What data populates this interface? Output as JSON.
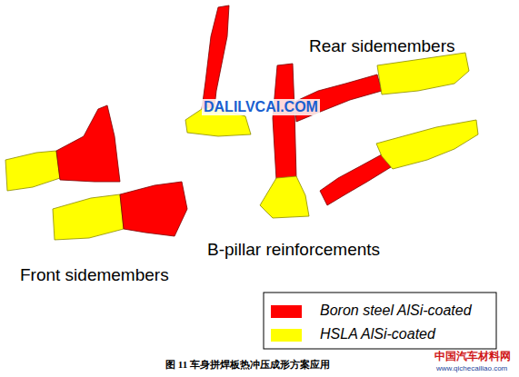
{
  "diagram": {
    "caption": "图 11 车身拼焊板热冲压成形方案应用",
    "labels": [
      "Rear sidemembers",
      "DALILVCAI.COM",
      "B-pillar reinforcements",
      "Front sidemembers",
      "中国汽车材料网",
      "www.qichecailiao.com"
    ],
    "legend": [
      {
        "text": "Boron steel AlSi-coated",
        "color": "#ff0000"
      },
      {
        "text": "HSLA AlSi-coated",
        "color": "#ffff00"
      }
    ]
  }
}
